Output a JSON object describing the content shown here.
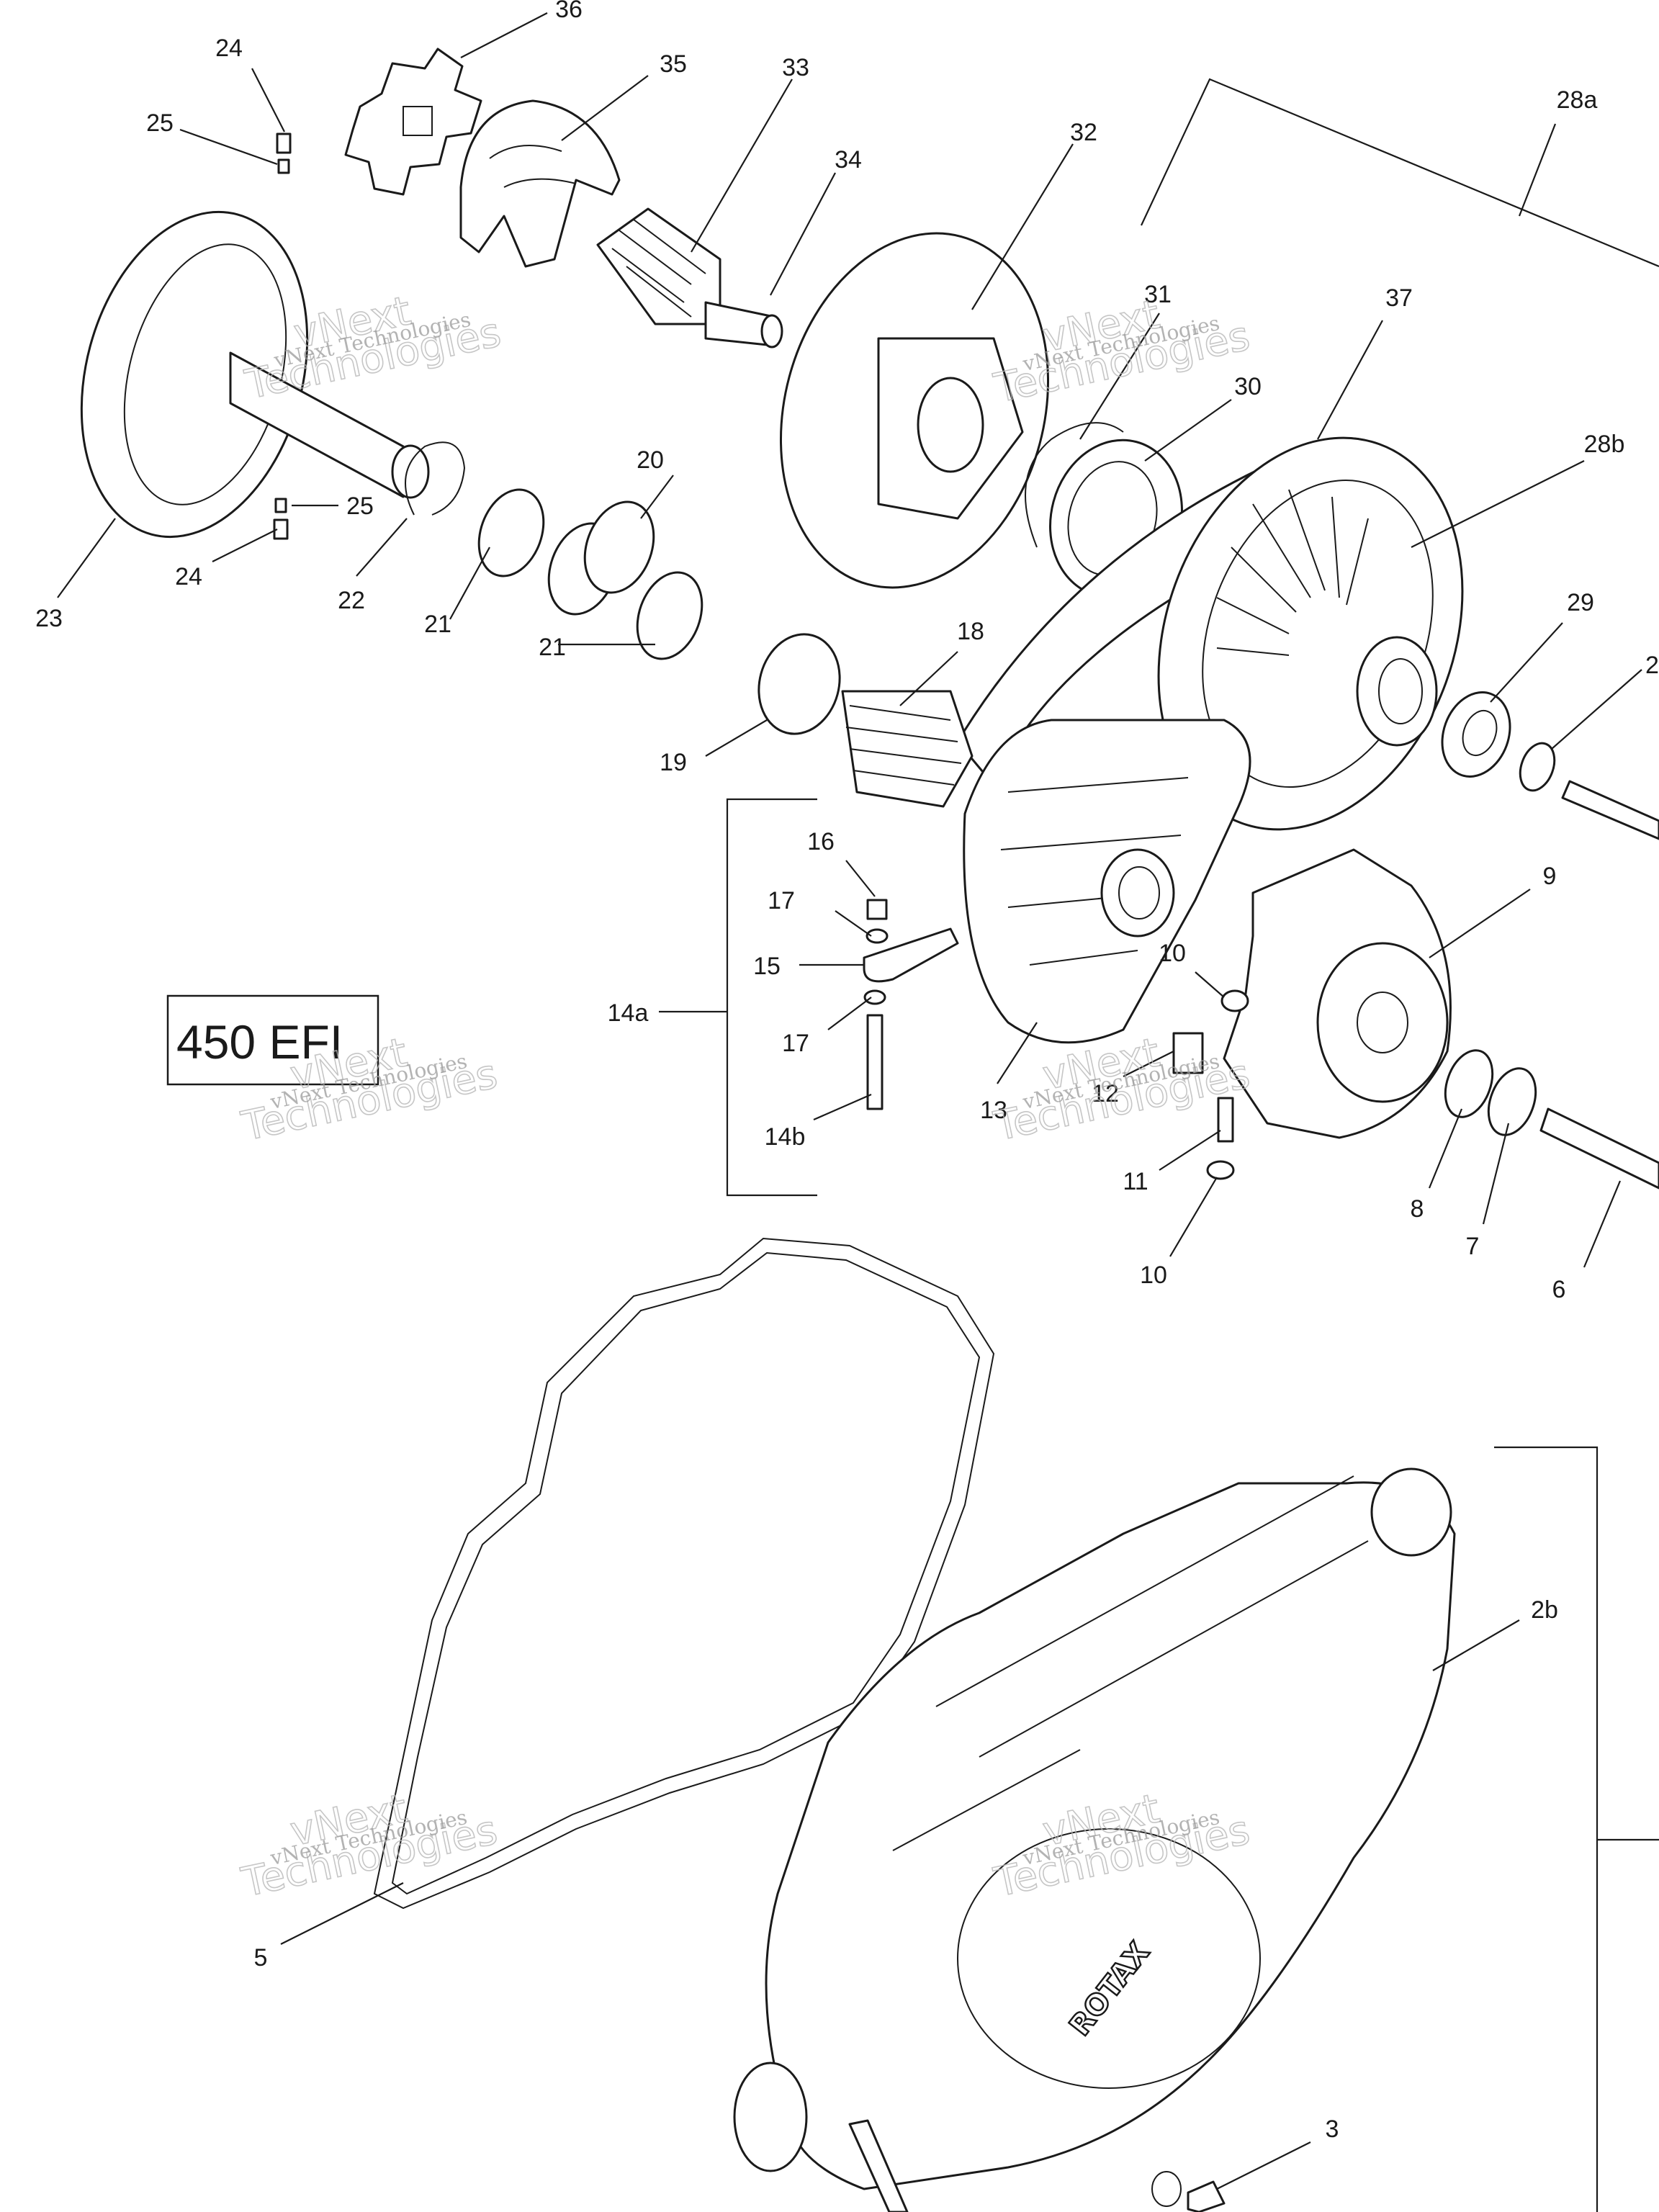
{
  "model_label": "450 EFI",
  "brand_mark": "ROTAX",
  "watermark": {
    "line1": "vNext",
    "line2": "Technologies",
    "small": "vNext Technologies"
  },
  "callouts": {
    "c36": "36",
    "c35": "35",
    "c33": "33",
    "c34": "34",
    "c32": "32",
    "c28a": "28a",
    "c24a": "24",
    "c25a": "25",
    "c25b": "25",
    "c24b": "24",
    "c23": "23",
    "c22": "22",
    "c21a": "21",
    "c21b": "21",
    "c20": "20",
    "c31": "31",
    "c30": "30",
    "c37": "37",
    "c28b": "28b",
    "c29": "29",
    "c2x": "2",
    "c18": "18",
    "c19": "19",
    "c16": "16",
    "c17a": "17",
    "c15": "15",
    "c17b": "17",
    "c14a": "14a",
    "c14b": "14b",
    "c13": "13",
    "c12": "12",
    "c10a": "10",
    "c9": "9",
    "c11": "11",
    "c10b": "10",
    "c8": "8",
    "c7": "7",
    "c6": "6",
    "c2b": "2b",
    "c5": "5",
    "c3": "3"
  },
  "colors": {
    "line": "#1a1a1a",
    "watermark": "#9a9a9a",
    "background": "#ffffff"
  }
}
